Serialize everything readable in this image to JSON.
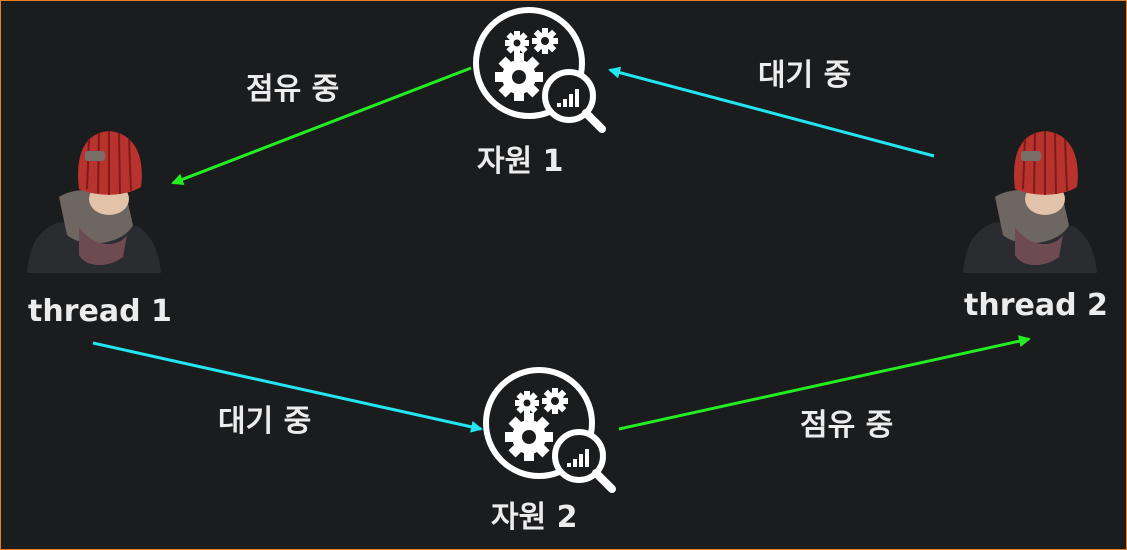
{
  "nodes": {
    "thread1": {
      "label": "thread 1"
    },
    "thread2": {
      "label": "thread 2"
    },
    "resource1": {
      "label": "자원 1"
    },
    "resource2": {
      "label": "자원 2"
    }
  },
  "edges": {
    "r1_to_t1": {
      "label": "점유 중",
      "color": "#22ee22"
    },
    "t2_to_r1": {
      "label": "대기 중",
      "color": "#22e5f0"
    },
    "t1_to_r2": {
      "label": "대기 중",
      "color": "#22e5f0"
    },
    "r2_to_t2": {
      "label": "점유 중",
      "color": "#22ee22"
    }
  },
  "icons": {
    "thread": "person-beanie-icon",
    "resource": "gears-magnifier-icon"
  },
  "colors": {
    "background": "#1b1c1e",
    "border": "#e67e22",
    "text": "#ececec"
  }
}
